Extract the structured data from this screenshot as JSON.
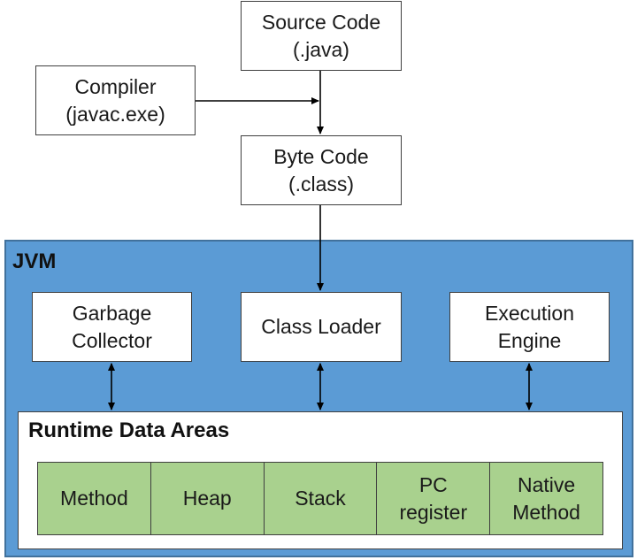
{
  "source_code": {
    "line1": "Source Code",
    "line2": "(.java)"
  },
  "compiler": {
    "line1": "Compiler",
    "line2": "(javac.exe)"
  },
  "byte_code": {
    "line1": "Byte Code",
    "line2": "(.class)"
  },
  "jvm": {
    "label": "JVM",
    "garbage_collector": {
      "line1": "Garbage",
      "line2": "Collector"
    },
    "class_loader": {
      "line1": "Class Loader"
    },
    "execution_engine": {
      "line1": "Execution",
      "line2": "Engine"
    },
    "runtime_data_areas": {
      "label": "Runtime Data Areas",
      "areas": [
        {
          "line1": "Method"
        },
        {
          "line1": "Heap"
        },
        {
          "line1": "Stack"
        },
        {
          "line1": "PC",
          "line2": "register"
        },
        {
          "line1": "Native",
          "line2": "Method"
        }
      ]
    }
  },
  "colors": {
    "jvm_fill": "#5b9bd5",
    "area_fill": "#a9d18e",
    "box_fill": "#ffffff",
    "line": "#000000"
  }
}
